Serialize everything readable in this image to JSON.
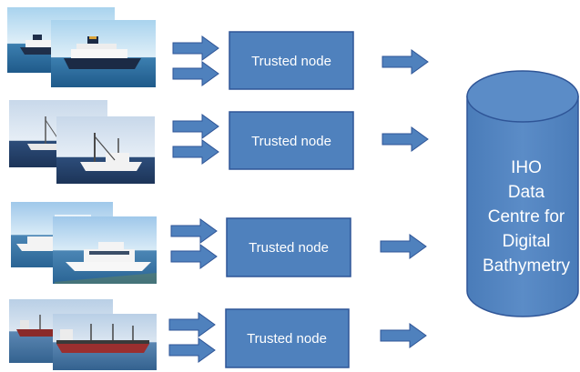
{
  "nodes": [
    {
      "label": "Trusted node"
    },
    {
      "label": "Trusted node"
    },
    {
      "label": "Trusted node"
    },
    {
      "label": "Trusted node"
    }
  ],
  "database": {
    "lines": [
      "IHO",
      "Data",
      "Centre for",
      "Digital",
      "Bathymetry"
    ]
  },
  "colors": {
    "box_fill": "#4f81bd",
    "box_stroke": "#2f5597",
    "arrow_fill": "#4f81bd",
    "text": "#ffffff"
  },
  "icons": [
    "cruise-ship-photo",
    "fishing-boat-photo",
    "yacht-photo",
    "cargo-ship-photo"
  ]
}
